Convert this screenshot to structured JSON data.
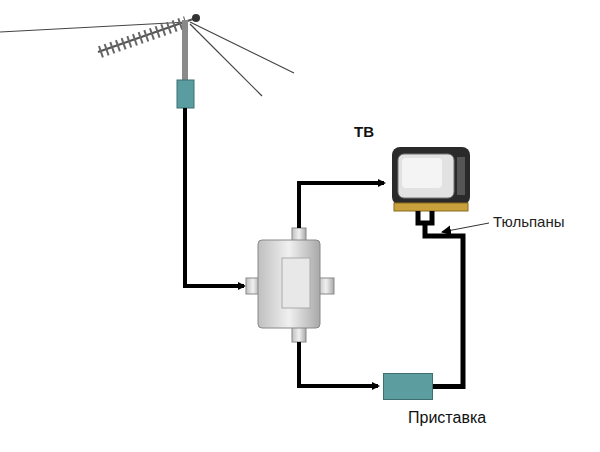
{
  "diagram": {
    "nodes": [
      {
        "text": [
          "ТВ"
        ]
      },
      {
        "text": [
          "Приставка"
        ]
      }
    ],
    "edges": [
      {
        "from": 1,
        "to": 0,
        "arrow": "none"
      }
    ],
    "labels": [
      "Тюльпаны"
    ]
  }
}
